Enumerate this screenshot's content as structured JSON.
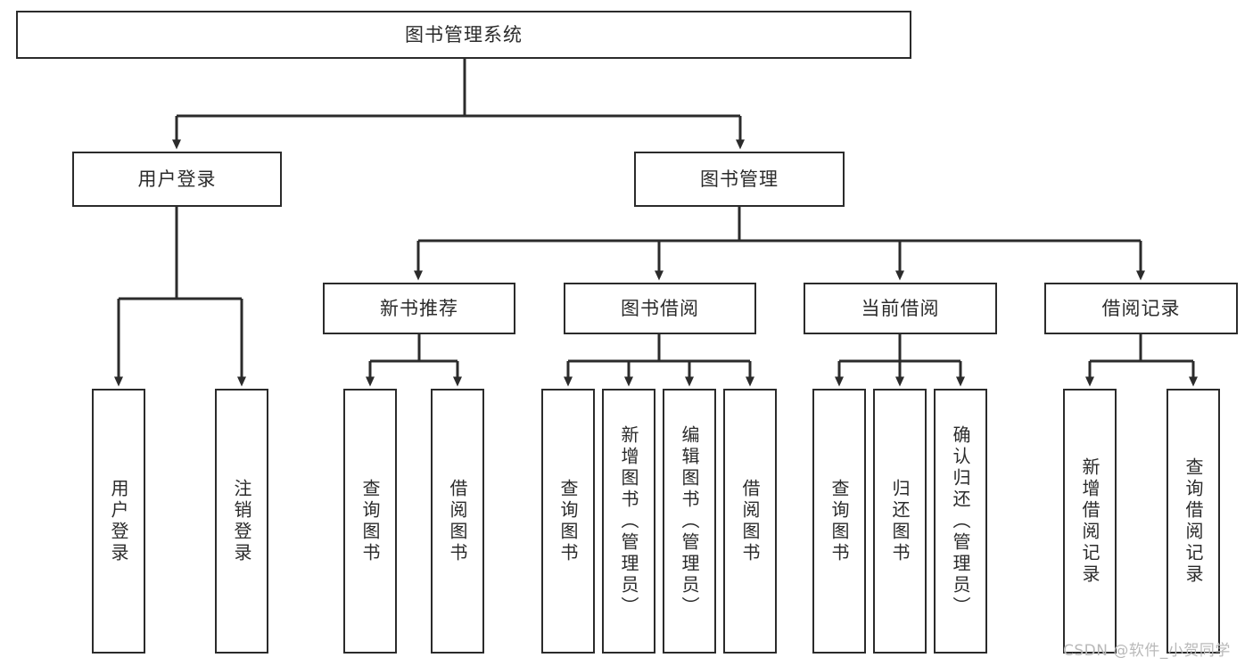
{
  "diagram": {
    "type": "tree-hierarchy",
    "title": "图书管理系统",
    "watermark": "CSDN @软件_小贺同学",
    "colors": {
      "background": "#ffffff",
      "box_border": "#2b2b2b",
      "box_fill": "#ffffff",
      "text": "#2b2b2b",
      "connector": "#2b2b2b",
      "watermark": "#b9b9b9"
    },
    "nodes": {
      "root": {
        "label": "图书管理系统"
      },
      "level2": [
        {
          "label": "用户登录"
        },
        {
          "label": "图书管理"
        }
      ],
      "level3": [
        {
          "label": "新书推荐"
        },
        {
          "label": "图书借阅"
        },
        {
          "label": "当前借阅"
        },
        {
          "label": "借阅记录"
        }
      ],
      "leaves_user_login": [
        {
          "label": "用户登录"
        },
        {
          "label": "注销登录"
        }
      ],
      "leaves_new_book": [
        {
          "label": "查询图书"
        },
        {
          "label": "借阅图书"
        }
      ],
      "leaves_borrow": [
        {
          "label": "查询图书"
        },
        {
          "label": "新增图书（管理员）"
        },
        {
          "label": "编辑图书（管理员）"
        },
        {
          "label": "借阅图书"
        }
      ],
      "leaves_current": [
        {
          "label": "查询图书"
        },
        {
          "label": "归还图书"
        },
        {
          "label": "确认归还（管理员）"
        }
      ],
      "leaves_records": [
        {
          "label": "新增借阅记录"
        },
        {
          "label": "查询借阅记录"
        }
      ]
    }
  }
}
